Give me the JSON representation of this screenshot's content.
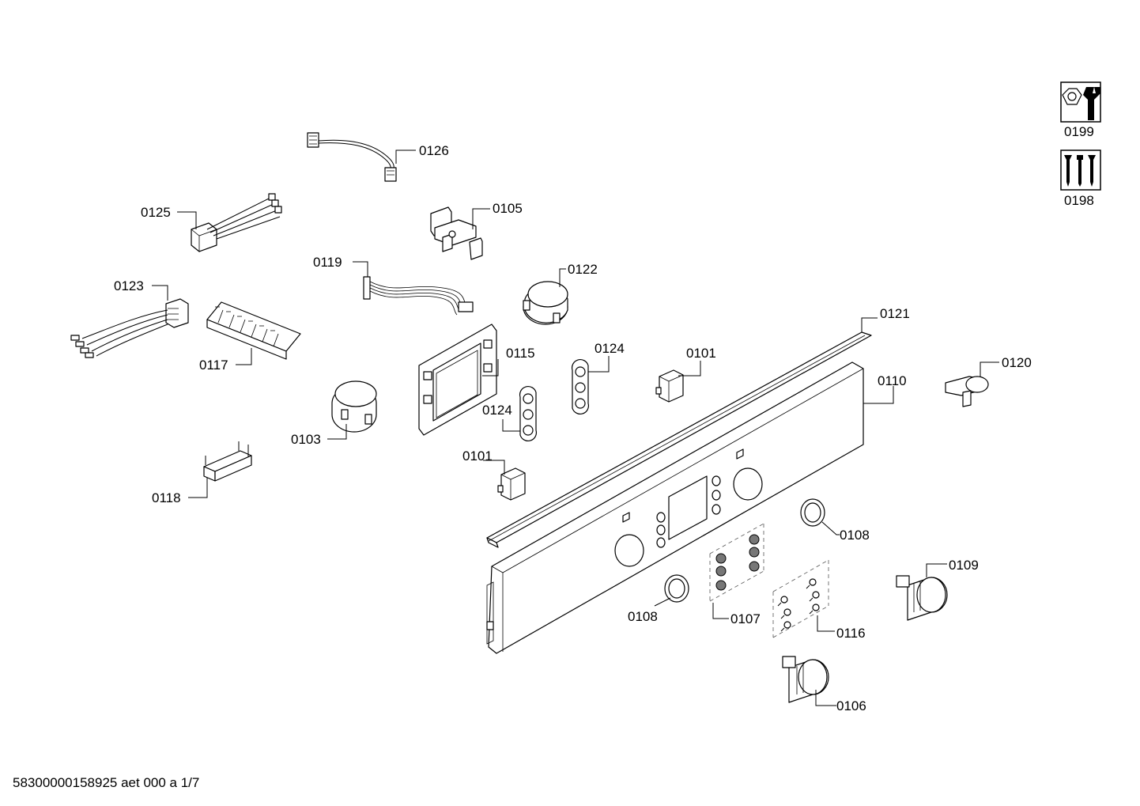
{
  "document_id": "58300000158925 aet 000 a 1/7",
  "labels": {
    "p0126": "0126",
    "p0125": "0125",
    "p0105": "0105",
    "p0119": "0119",
    "p0122": "0122",
    "p0123": "0123",
    "p0117": "0117",
    "p0115": "0115",
    "p0124a": "0124",
    "p0124b": "0124",
    "p0101a": "0101",
    "p0101b": "0101",
    "p0103": "0103",
    "p0118": "0118",
    "p0121": "0121",
    "p0110": "0110",
    "p0120": "0120",
    "p0108a": "0108",
    "p0108b": "0108",
    "p0109": "0109",
    "p0107": "0107",
    "p0116": "0116",
    "p0106": "0106",
    "p0199": "0199",
    "p0198": "0198"
  },
  "icons": {
    "tool_kit": "nut-and-wrench-icon",
    "screw_kit": "screws-icon"
  }
}
